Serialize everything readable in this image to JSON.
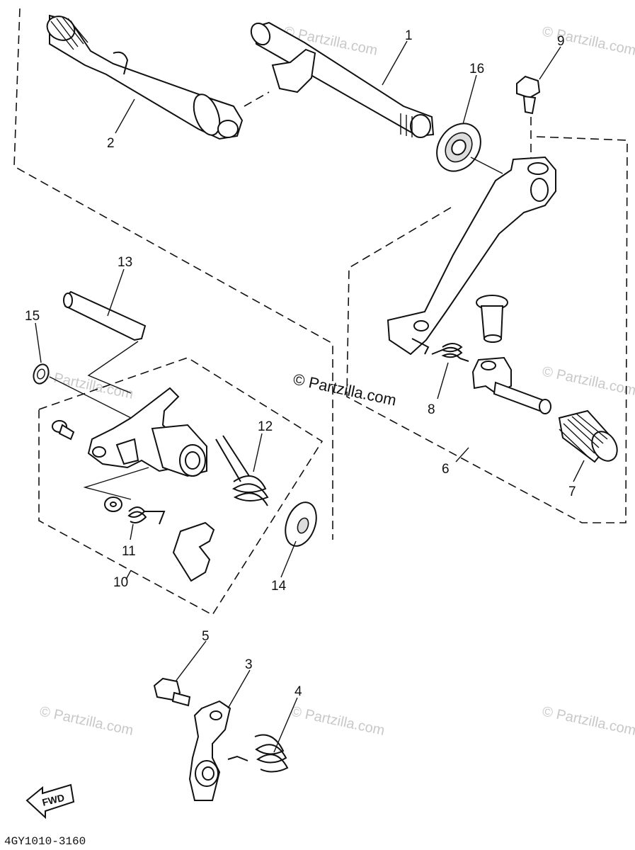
{
  "watermark": {
    "main": "© Partzilla.com",
    "faint": "© Partzilla.com"
  },
  "diagram_code": "4GY1010-3160",
  "fwd_label": "FWD",
  "callouts": {
    "c1": "1",
    "c2": "2",
    "c3": "3",
    "c4": "4",
    "c5": "5",
    "c6": "6",
    "c7": "7",
    "c8": "8",
    "c9": "9",
    "c10": "10",
    "c11": "11",
    "c12": "12",
    "c13": "13",
    "c14": "14",
    "c15": "15",
    "c16": "16"
  },
  "colors": {
    "ink": "#111111",
    "watermark": "#c8c8c8",
    "background": "#ffffff"
  }
}
